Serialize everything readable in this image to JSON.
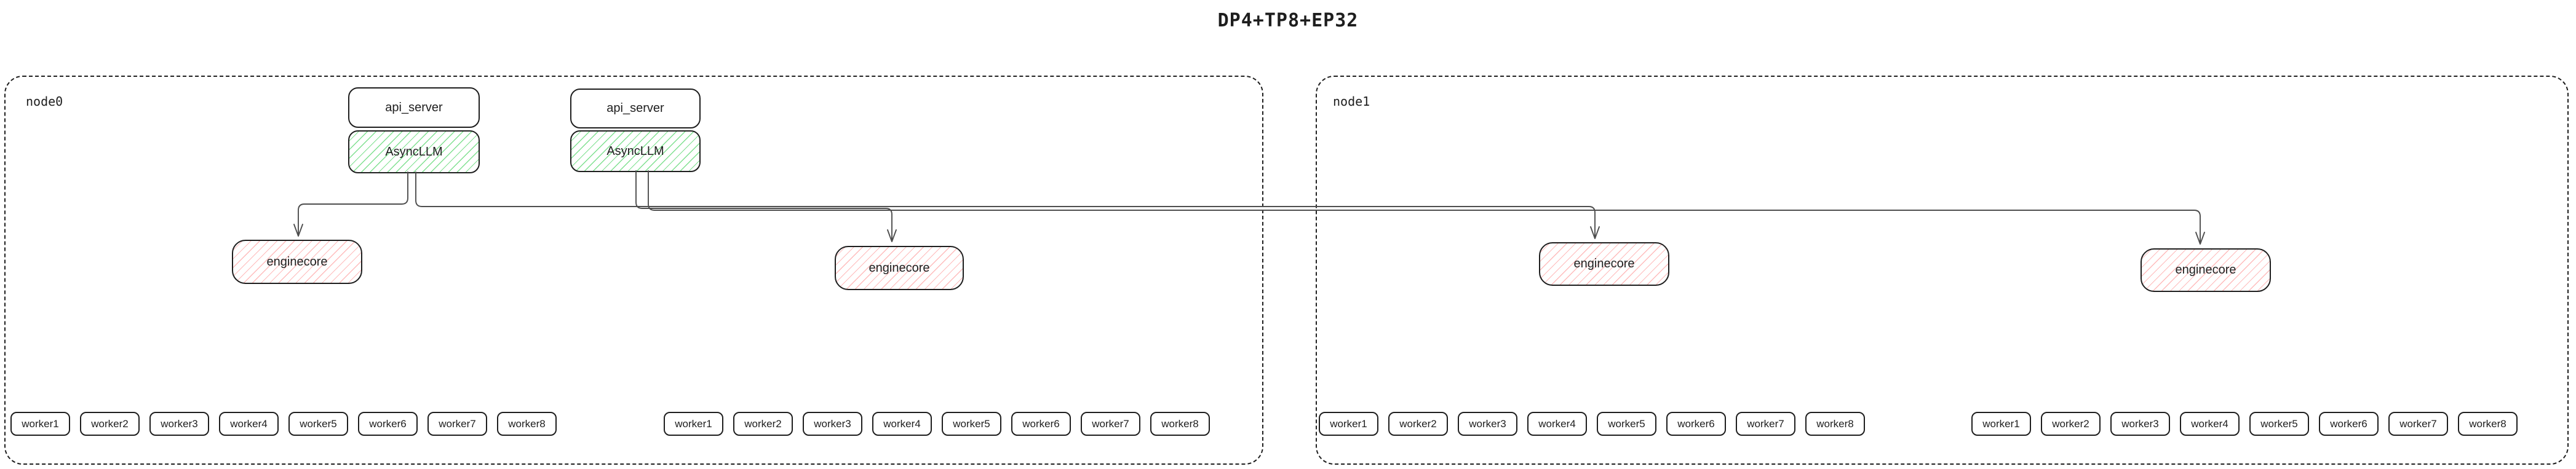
{
  "title": "DP4+TP8+EP32",
  "nodes": [
    {
      "label": "node0"
    },
    {
      "label": "node1"
    }
  ],
  "components": {
    "api_server": "api_server",
    "async_llm": "AsyncLLM",
    "engine_core": "enginecore"
  },
  "worker_labels": [
    "worker1",
    "worker2",
    "worker3",
    "worker4",
    "worker5",
    "worker6",
    "worker7",
    "worker8"
  ],
  "connections": [
    {
      "from": "asyncllm-1",
      "to": "enginecore-1"
    },
    {
      "from": "asyncllm-1",
      "to": "enginecore-3"
    },
    {
      "from": "asyncllm-2",
      "to": "enginecore-2"
    },
    {
      "from": "asyncllm-2",
      "to": "enginecore-4"
    }
  ],
  "colors": {
    "border": "#1e1e1e",
    "green_hatch": "#69db7c",
    "red_hatch": "#ffa5a5",
    "arrow": "#4d4d4d",
    "background": "#ffffff"
  }
}
